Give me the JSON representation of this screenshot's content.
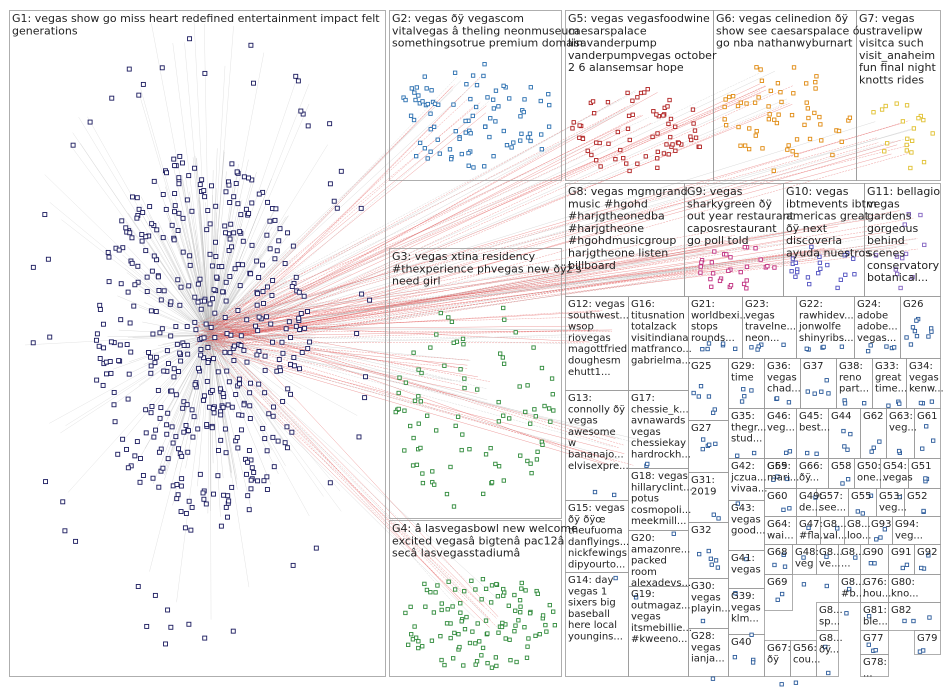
{
  "diagram": {
    "type": "network-graph",
    "colors": {
      "background": "#ffffff",
      "box_border": "#9a9a9a",
      "edge_gray": "#b8b8b8",
      "edge_red": "#e05050",
      "g1_nodes": "#1a1a5e",
      "g2_nodes": "#2a6fb0",
      "g3_nodes": "#2f8a3a",
      "g4_nodes": "#2f8a3a",
      "g5_nodes": "#b02020",
      "g6_nodes": "#e08a10",
      "g7_nodes": "#e0c030",
      "g8_nodes": "#6a2ab0",
      "g9_nodes": "#c03080",
      "g10_nodes": "#5050c0",
      "g11_nodes": "#8060c0",
      "small_nodes": "#2a5a9a"
    },
    "groups": [
      {
        "id": "G1",
        "lines": [
          "G1: vegas show go miss heart redefined entertainment impact felt",
          "generations"
        ]
      },
      {
        "id": "G2",
        "lines": [
          "G2: vegas ðÿ vegascom",
          "vitalvegas â theling neonmuseum",
          "somethingsotrue premium domain"
        ]
      },
      {
        "id": "G3",
        "lines": [
          "G3: vegas xtina residency",
          "#thexperience phvegas new ðÿž s",
          "need girl"
        ]
      },
      {
        "id": "G4",
        "lines": [
          "G4: â lasvegasbowl new welcome",
          "excited vegasâ bigtenâ pac12â",
          "secâ lasvegasstadiumâ"
        ]
      },
      {
        "id": "G5",
        "lines": [
          "G5: vegas vegasfoodwine",
          "caesarspalace",
          "lisavanderpump",
          "vanderpumpvegas october",
          "2 6 alansemsar hope"
        ]
      },
      {
        "id": "G6",
        "lines": [
          "G6: vegas celinedion ðÿ",
          "show see caesarspalace ó",
          "go nba nathanwyburnart"
        ]
      },
      {
        "id": "G7",
        "lines": [
          "G7: vegas",
          "ustravelipw",
          "visitca such",
          "visit_anaheim",
          "fun final night",
          "knotts rides"
        ]
      },
      {
        "id": "G8",
        "lines": [
          "G8: vegas mgmgrand",
          "music #hgohd",
          "#harjgtheonedba",
          "#harjgtheone",
          "#hgohdmusicgroup",
          "harjgtheone listen",
          "billboard"
        ]
      },
      {
        "id": "G9",
        "lines": [
          "G9: vegas",
          "sharkygreen ðÿ",
          "out year restaurant",
          "caposrestaurant",
          "go poll told"
        ]
      },
      {
        "id": "G10",
        "lines": [
          "G10: vegas",
          "ibtmevents ibtm",
          "americas great",
          "ðÿ next",
          "discoverla",
          "ayuda nuestros"
        ]
      },
      {
        "id": "G11",
        "lines": [
          "G11: bellagio",
          "vegas",
          "gardens",
          "gorgeous",
          "behind",
          "scenes",
          "conservatory",
          "botanical..."
        ]
      },
      {
        "id": "G12",
        "lines": [
          "G12: vegas",
          "southwest...",
          "wsop",
          "riovegas",
          "magottfried",
          "doughesm",
          "ehutt1..."
        ]
      },
      {
        "id": "G13",
        "lines": [
          "G13:",
          "connolly ðÿ",
          "vegas",
          "awesome",
          "w",
          "bananajo...",
          "elvisexpre..."
        ]
      },
      {
        "id": "G14",
        "lines": [
          "G14: day",
          "vegas 1",
          "sixers big",
          "baseball",
          "here local",
          "youngins..."
        ]
      },
      {
        "id": "G15",
        "lines": [
          "G15: vegas",
          "ðÿ ðÿœ",
          "theufuoma",
          "danflyings...",
          "nickfewings",
          "dipyourto..."
        ]
      },
      {
        "id": "G16",
        "lines": [
          "G16:",
          "titusnation",
          "totalzack",
          "visitindiana",
          "matfranco...",
          "gabrielma..."
        ]
      },
      {
        "id": "G17",
        "lines": [
          "G17:",
          "chessie_k...",
          "avnawards",
          "vegas",
          "chessiekay",
          "hardrockh..."
        ]
      },
      {
        "id": "G18",
        "lines": [
          "G18: vegas",
          "hillaryclint...",
          "potus",
          "cosmopoli...",
          "meekmill..."
        ]
      },
      {
        "id": "G19",
        "lines": [
          "G19:",
          "outmagaz...",
          "vegas",
          "itsmebillie...",
          "#kweeno..."
        ]
      },
      {
        "id": "G20",
        "lines": [
          "G20:",
          "amazonre...",
          "packed",
          "room",
          "alexadevs..."
        ]
      },
      {
        "id": "G21",
        "lines": [
          "G21:",
          "worldbexi...",
          "stops",
          "rounds..."
        ]
      },
      {
        "id": "G22",
        "lines": [
          "G22:",
          "rawhidev...",
          "jonwolfe",
          "shinyribs..."
        ]
      },
      {
        "id": "G23",
        "lines": [
          "G23:",
          "vegas",
          "travelne...",
          "neon..."
        ]
      },
      {
        "id": "G24",
        "lines": [
          "G24:",
          "adobe",
          "adobe...",
          "vegas..."
        ]
      },
      {
        "id": "G25",
        "lines": [
          "G25"
        ]
      },
      {
        "id": "G26",
        "lines": [
          "G26"
        ]
      },
      {
        "id": "G27",
        "lines": [
          "G27"
        ]
      },
      {
        "id": "G28",
        "lines": [
          "G28:",
          "vegas",
          "ianja..."
        ]
      },
      {
        "id": "G29",
        "lines": [
          "G29:",
          "time"
        ]
      },
      {
        "id": "G30",
        "lines": [
          "G30:",
          "vegas",
          "playin..."
        ]
      },
      {
        "id": "G31",
        "lines": [
          "G31:",
          "2019"
        ]
      },
      {
        "id": "G32",
        "lines": [
          "G32"
        ]
      },
      {
        "id": "G33",
        "lines": [
          "G33:",
          "great",
          "time..."
        ]
      },
      {
        "id": "G34",
        "lines": [
          "G34:",
          "vegas",
          "kenw..."
        ]
      },
      {
        "id": "G35",
        "lines": [
          "G35:",
          "thegr...",
          "stud..."
        ]
      },
      {
        "id": "G36",
        "lines": [
          "G36:",
          "vegas",
          "chad..."
        ]
      },
      {
        "id": "G37",
        "lines": [
          "G37"
        ]
      },
      {
        "id": "G38",
        "lines": [
          "G38:",
          "reno",
          "part..."
        ]
      },
      {
        "id": "G39",
        "lines": [
          "G39:",
          "vegas",
          "klm..."
        ]
      },
      {
        "id": "G40",
        "lines": [
          "G40"
        ]
      },
      {
        "id": "G41",
        "lines": [
          "G41:",
          "vegas"
        ]
      },
      {
        "id": "G42",
        "lines": [
          "G42:",
          "jczua...",
          "vivaa..."
        ]
      },
      {
        "id": "G43",
        "lines": [
          "G43:",
          "vegas",
          "good..."
        ]
      },
      {
        "id": "G44",
        "lines": [
          "G44"
        ]
      },
      {
        "id": "G45",
        "lines": [
          "G45:",
          "best..."
        ]
      },
      {
        "id": "G46",
        "lines": [
          "G46:",
          "veg..."
        ]
      },
      {
        "id": "G47",
        "lines": [
          "G47:",
          "#fla..."
        ]
      },
      {
        "id": "G48",
        "lines": [
          "G48:",
          "veg"
        ]
      },
      {
        "id": "G49",
        "lines": [
          "G49:",
          "de..."
        ]
      },
      {
        "id": "G50",
        "lines": [
          "G50:",
          "one..."
        ]
      },
      {
        "id": "G51",
        "lines": [
          "G51"
        ]
      },
      {
        "id": "G52",
        "lines": [
          "G52"
        ]
      },
      {
        "id": "G53",
        "lines": [
          "G53:",
          "veg..."
        ]
      },
      {
        "id": "G54",
        "lines": [
          "G54:",
          "vegas"
        ]
      },
      {
        "id": "G55",
        "lines": [
          "G55"
        ]
      },
      {
        "id": "G56",
        "lines": [
          "G56:",
          "cou..."
        ]
      },
      {
        "id": "G57",
        "lines": [
          "G57:",
          "see..."
        ]
      },
      {
        "id": "G58",
        "lines": [
          "G58"
        ]
      },
      {
        "id": "G59",
        "lines": [
          "G59"
        ]
      },
      {
        "id": "G60",
        "lines": [
          "G60"
        ]
      },
      {
        "id": "G61",
        "lines": [
          "G61"
        ]
      },
      {
        "id": "G62",
        "lines": [
          "G62"
        ]
      },
      {
        "id": "G63",
        "lines": [
          "G63:",
          "veg..."
        ]
      },
      {
        "id": "G64",
        "lines": [
          "G64:",
          "wai..."
        ]
      },
      {
        "id": "G65",
        "lines": [
          "G65:",
          "mari..."
        ]
      },
      {
        "id": "G66",
        "lines": [
          "G66:",
          "ðÿ..."
        ]
      },
      {
        "id": "G67",
        "lines": [
          "G67:",
          "ðÿ"
        ]
      },
      {
        "id": "G68",
        "lines": [
          "G68"
        ]
      },
      {
        "id": "G69",
        "lines": [
          "G69"
        ]
      },
      {
        "id": "G76",
        "lines": [
          "G76:",
          "hou..."
        ]
      },
      {
        "id": "G77",
        "lines": [
          "G77"
        ]
      },
      {
        "id": "G78",
        "lines": [
          "G78:",
          "..."
        ]
      },
      {
        "id": "G79",
        "lines": [
          "G79"
        ]
      },
      {
        "id": "G80",
        "lines": [
          "G80:",
          "kno..."
        ]
      },
      {
        "id": "G81",
        "lines": [
          "G81:",
          "ble..."
        ]
      },
      {
        "id": "G82",
        "lines": [
          "G82"
        ]
      },
      {
        "id": "G83",
        "lines": [
          "G8...",
          "val..."
        ]
      },
      {
        "id": "G84",
        "lines": [
          "G8...",
          "ve..."
        ]
      },
      {
        "id": "G85",
        "lines": [
          "G8...",
          "sp..."
        ]
      },
      {
        "id": "G86",
        "lines": [
          "G8...",
          "ðÿ..."
        ]
      },
      {
        "id": "G87",
        "lines": [
          "G8...",
          "..."
        ]
      },
      {
        "id": "G88",
        "lines": [
          "G8...",
          "loo..."
        ]
      },
      {
        "id": "G89",
        "lines": [
          "G8...",
          "#b..."
        ]
      },
      {
        "id": "G90",
        "lines": [
          "G90"
        ]
      },
      {
        "id": "G91",
        "lines": [
          "G91"
        ]
      },
      {
        "id": "G92",
        "lines": [
          "G92"
        ]
      },
      {
        "id": "G93",
        "lines": [
          "G93"
        ]
      },
      {
        "id": "G94",
        "lines": [
          "G94:",
          "veg..."
        ]
      }
    ]
  }
}
